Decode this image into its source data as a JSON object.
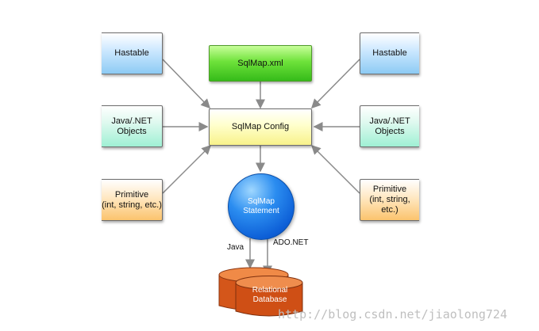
{
  "nodes": {
    "hastable_left": "Hastable",
    "sqlmap_xml": "SqlMap.xml",
    "hastable_right": "Hastable",
    "java_net_left": "Java/.NET\nObjects",
    "sqlmap_config": "SqlMap Config",
    "java_net_right": "Java/.NET\nObjects",
    "primitive_left": "Primitive\n(int, string, etc.)",
    "sqlmap_statement": "SqlMap\nStatement",
    "primitive_right": "Primitive\n(int, string, etc.)",
    "relational_database": "Relational\nDatabase"
  },
  "edge_labels": {
    "java": "Java",
    "ado_net": "ADO.NET"
  },
  "watermark": "http://blog.csdn.net/jiaolong724",
  "colors": {
    "blue_box": "#8dcbf4",
    "green_box": "#35bb1a",
    "yellow_box": "#f8f28a",
    "mint_box": "#9ff0d4",
    "orange_box": "#fbc36d",
    "statement_circle": "#0d5fd7",
    "database": "#d4561a",
    "arrow": "#8a8a8a"
  }
}
